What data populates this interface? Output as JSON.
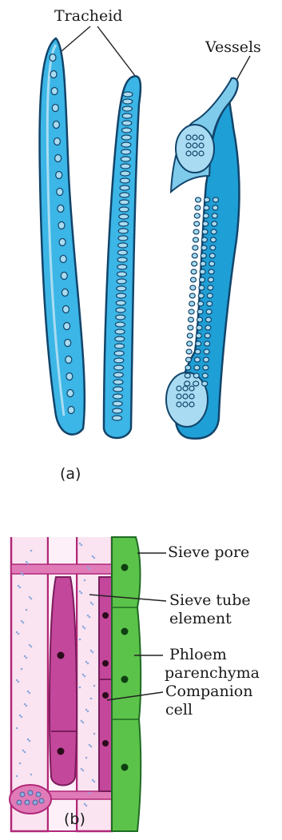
{
  "figure_a": {
    "caption": "(a)",
    "labels": {
      "tracheid": "Tracheid",
      "vessels": "Vessels"
    }
  },
  "figure_b": {
    "caption": "(b)",
    "labels": {
      "sieve_pore": "Sieve pore",
      "sieve_tube_line1": "Sieve tube",
      "sieve_tube_line2": "element",
      "phloem_line1": "Phloem",
      "phloem_line2": "parenchyma",
      "companion_line1": "Companion",
      "companion_line2": "cell"
    }
  },
  "colors": {
    "xylem_blue": "#3bb6e6",
    "xylem_light": "#a9dcf2",
    "phloem_pink": "#e07bb8",
    "companion_magenta": "#c3479b",
    "parenchyma_green": "#5cc34a",
    "pore_blue": "#8fa9dc"
  }
}
